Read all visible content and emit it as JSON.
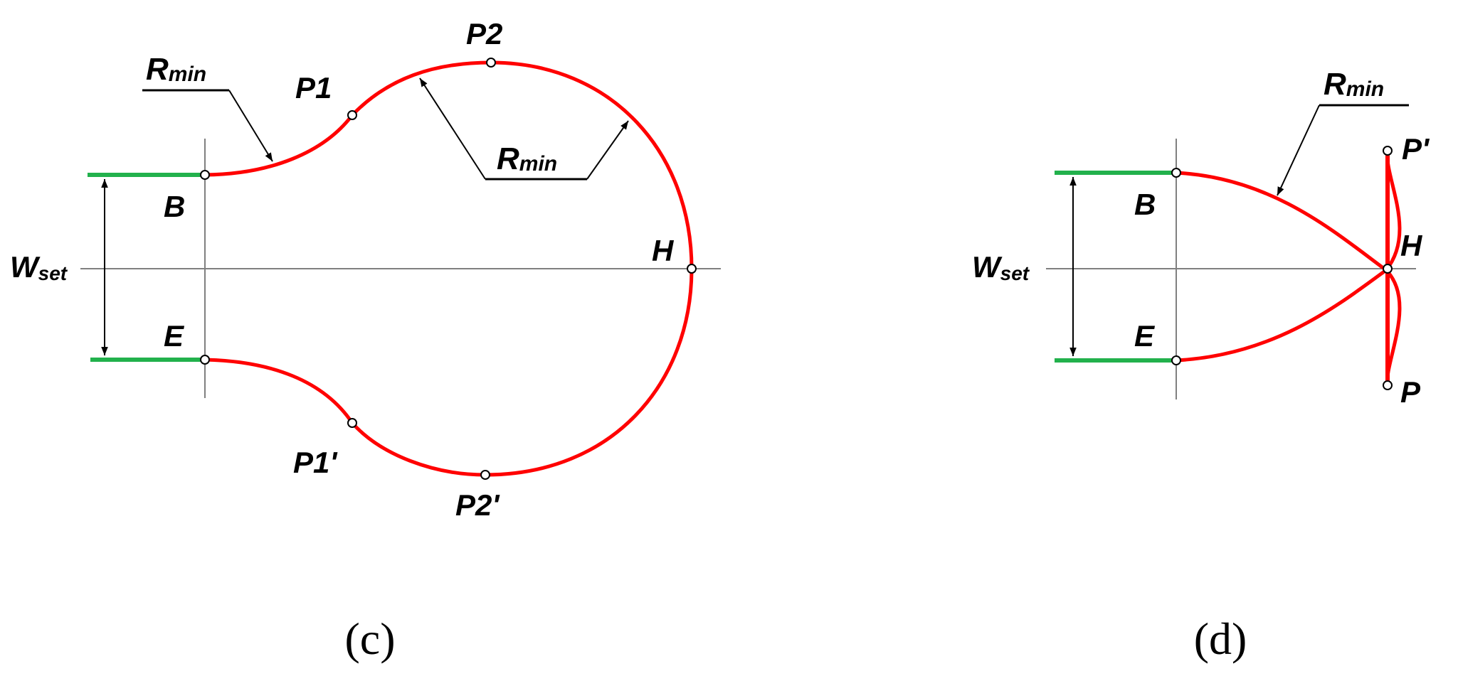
{
  "colors": {
    "path": "#ff0000",
    "lane": "#22b14c",
    "axis": "#808080",
    "ink": "#000000"
  },
  "diagram_c": {
    "caption": "(c)",
    "labels": {
      "w_main": "W",
      "w_sub": "set",
      "b": "B",
      "e": "E",
      "h": "H",
      "p1": "P1",
      "p2": "P2",
      "p1p": "P1'",
      "p2p": "P2'",
      "rmin1_main": "R",
      "rmin1_sub": "min",
      "rmin2_main": "R",
      "rmin2_sub": "min"
    }
  },
  "diagram_d": {
    "caption": "(d)",
    "labels": {
      "w_main": "W",
      "w_sub": "set",
      "b": "B",
      "e": "E",
      "h": "H",
      "p": "P",
      "pp": "P'",
      "rmin_main": "R",
      "rmin_sub": "min"
    }
  }
}
